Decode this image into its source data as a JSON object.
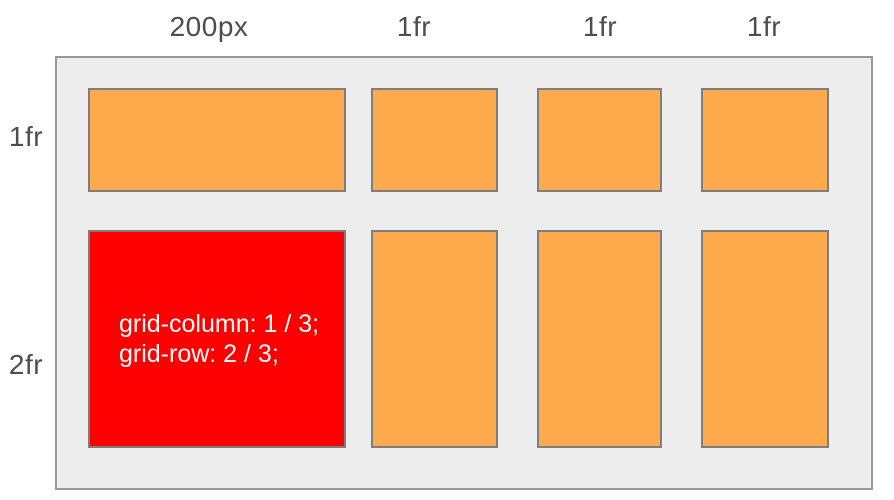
{
  "figure": {
    "column_labels": [
      "200px",
      "1fr",
      "1fr",
      "1fr"
    ],
    "row_labels": [
      "1fr",
      "2fr"
    ],
    "highlighted_item": {
      "lines": [
        "grid-column: 1 / 3;",
        "grid-row: 2 / 3;"
      ]
    },
    "colors": {
      "label_color": "#4d4d4d",
      "container_bg": "#ededed",
      "container_border": "#999999",
      "item_bg": "#ffab4d",
      "item_border": "#7e7e7e",
      "highlight_bg": "#ff0000",
      "highlight_text": "#ffffff"
    }
  }
}
